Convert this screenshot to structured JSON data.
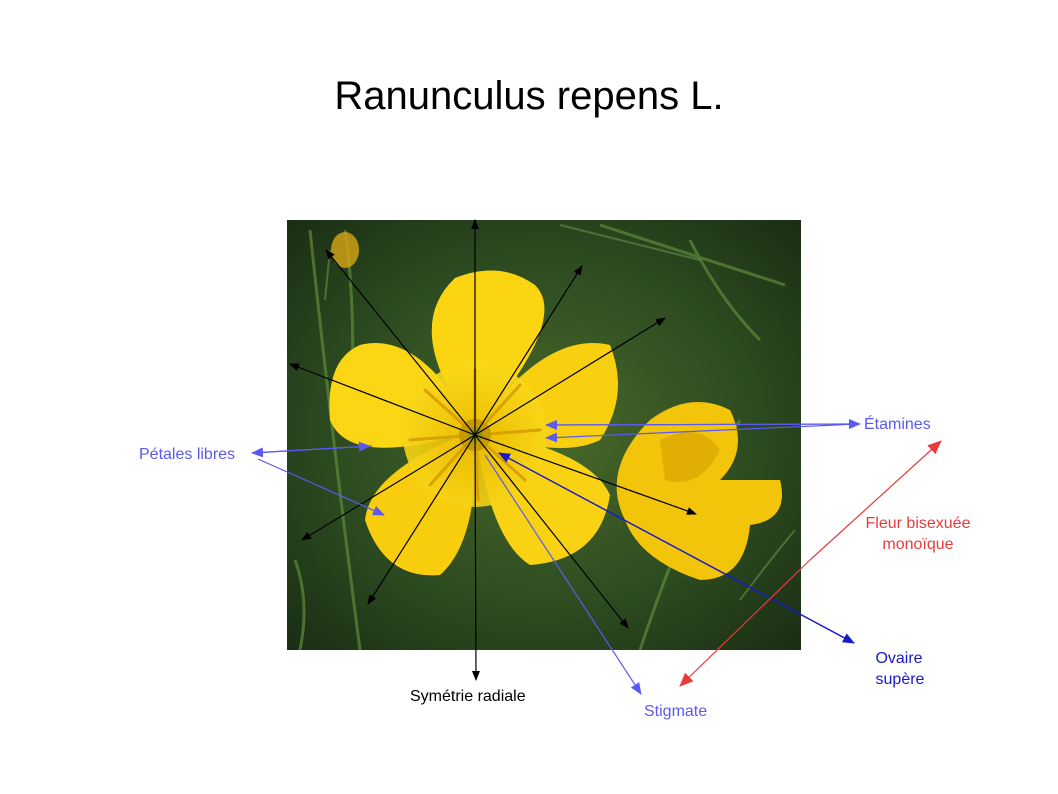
{
  "title": "Ranunculus repens L.",
  "labels": {
    "petals": "Pétales libres",
    "stamens": "Étamines",
    "flower_type_line1": "Fleur bisexuée",
    "flower_type_line2": "monoïque",
    "ovary_line1": "Ovaire",
    "ovary_line2": "supère",
    "stigma": "Stigmate",
    "symmetry": "Symétrie radiale"
  },
  "colors": {
    "annotation_blue": "#5a5af0",
    "ovary_blue": "#1a1acc",
    "flower_type_red": "#e83b3b",
    "symmetry_black": "#000000",
    "petal_yellow": "#f7d10c",
    "foliage_green": "#2c4a20"
  },
  "photo_subject": "yellow buttercup flower on green grass background"
}
